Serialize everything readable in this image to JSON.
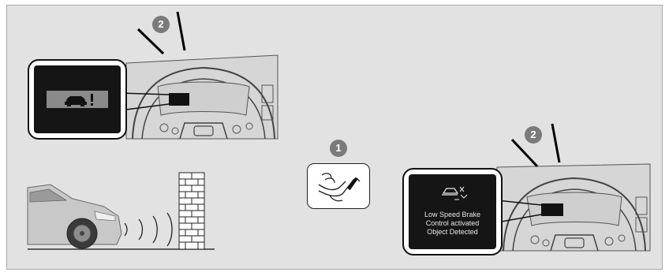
{
  "panel": {
    "background": "#e2e2e2",
    "border": "#a8a8a8"
  },
  "callouts": {
    "top_left_step": "2",
    "lever_step": "1",
    "bottom_right_step": "2"
  },
  "warning_display": {
    "message_lines": [
      "Low Speed Brake",
      "Control activated",
      "Object Detected"
    ]
  },
  "icons": {
    "warning": "car-warning-exclamation-icon",
    "lever": "hand-lever-icon",
    "wall": "brick-wall-icon",
    "waves": "sonar-wave-icon"
  }
}
